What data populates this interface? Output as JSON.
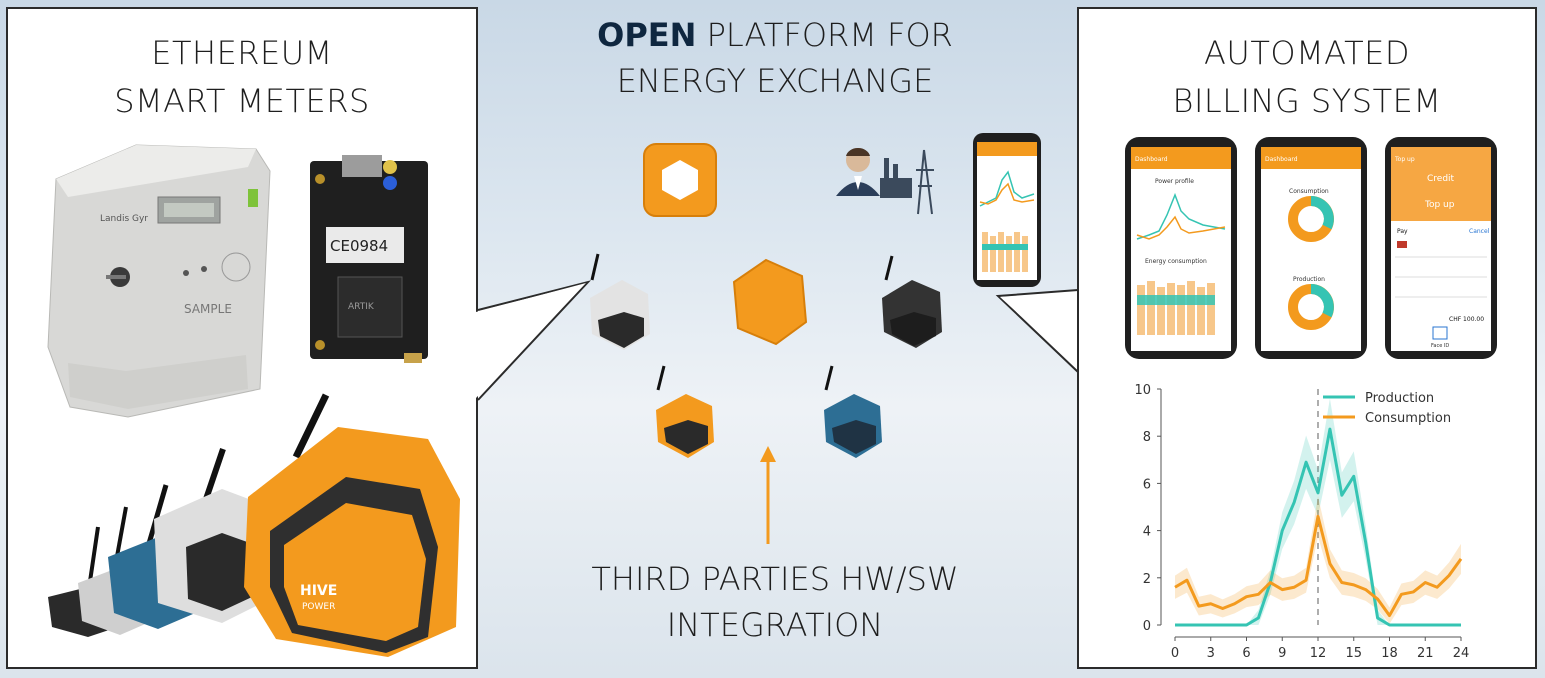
{
  "left_panel": {
    "title_line1": "ETHEREUM",
    "title_line2": "SMART METERS",
    "meter_brand": "Landis Gyr",
    "meter_sample": "SAMPLE",
    "meter_ce": "CE0984",
    "board_brand": "ARTIK",
    "hive_brand": "HIVE",
    "hive_sub": "POWER"
  },
  "center": {
    "title_bold": "OPEN",
    "title_rest": " PLATFORM FOR",
    "title_line2": "ENERGY EXCHANGE",
    "bottom_line1": "THIRD PARTIES HW/SW",
    "bottom_line2": "INTEGRATION"
  },
  "right_panel": {
    "title_line1": "AUTOMATED",
    "title_line2": "BILLING SYSTEM",
    "phone1_header": "Dashboard",
    "phone1_chart1": "Power profile",
    "phone1_chart2": "Energy consumption",
    "phone2_header": "Dashboard",
    "phone2_chart1": "Consumption",
    "phone2_chart2": "Production",
    "phone3_header": "Top up",
    "phone3_credit": "Credit",
    "phone3_topup": "Top up",
    "phone3_pay": "Pay",
    "phone3_cancel": "Cancel",
    "phone3_total": "CHF 100.00",
    "phone3_faceid": "Face ID"
  },
  "colors": {
    "orange": "#f39a1e",
    "teal": "#35c4b3",
    "dark": "#2a2a2a",
    "blue": "#2d6e94"
  },
  "chart_data": {
    "type": "line",
    "x": [
      0,
      1,
      2,
      3,
      4,
      5,
      6,
      7,
      8,
      9,
      10,
      11,
      12,
      13,
      14,
      15,
      16,
      17,
      18,
      19,
      20,
      21,
      22,
      23,
      24
    ],
    "xticks": [
      "0",
      "3",
      "6",
      "9",
      "12",
      "15",
      "18",
      "21",
      "24"
    ],
    "yticks": [
      "0",
      "2",
      "4",
      "6",
      "8",
      "10"
    ],
    "ylim": [
      0,
      10
    ],
    "xlim": [
      0,
      24
    ],
    "vline_x": 12,
    "legend_position": "top-right",
    "series": [
      {
        "name": "Production",
        "color": "#35c4b3",
        "values": [
          0,
          0,
          0,
          0,
          0,
          0,
          0,
          0.3,
          1.8,
          4.0,
          5.2,
          6.9,
          5.6,
          8.3,
          5.5,
          6.3,
          3.5,
          0.3,
          0,
          0,
          0,
          0,
          0,
          0,
          0
        ]
      },
      {
        "name": "Consumption",
        "color": "#f39a1e",
        "values": [
          1.6,
          1.9,
          0.8,
          0.9,
          0.7,
          0.9,
          1.2,
          1.3,
          1.8,
          1.5,
          1.6,
          1.9,
          4.6,
          2.6,
          1.8,
          1.7,
          1.5,
          1.1,
          0.4,
          1.3,
          1.4,
          1.8,
          1.6,
          2.1,
          2.8
        ]
      }
    ]
  }
}
